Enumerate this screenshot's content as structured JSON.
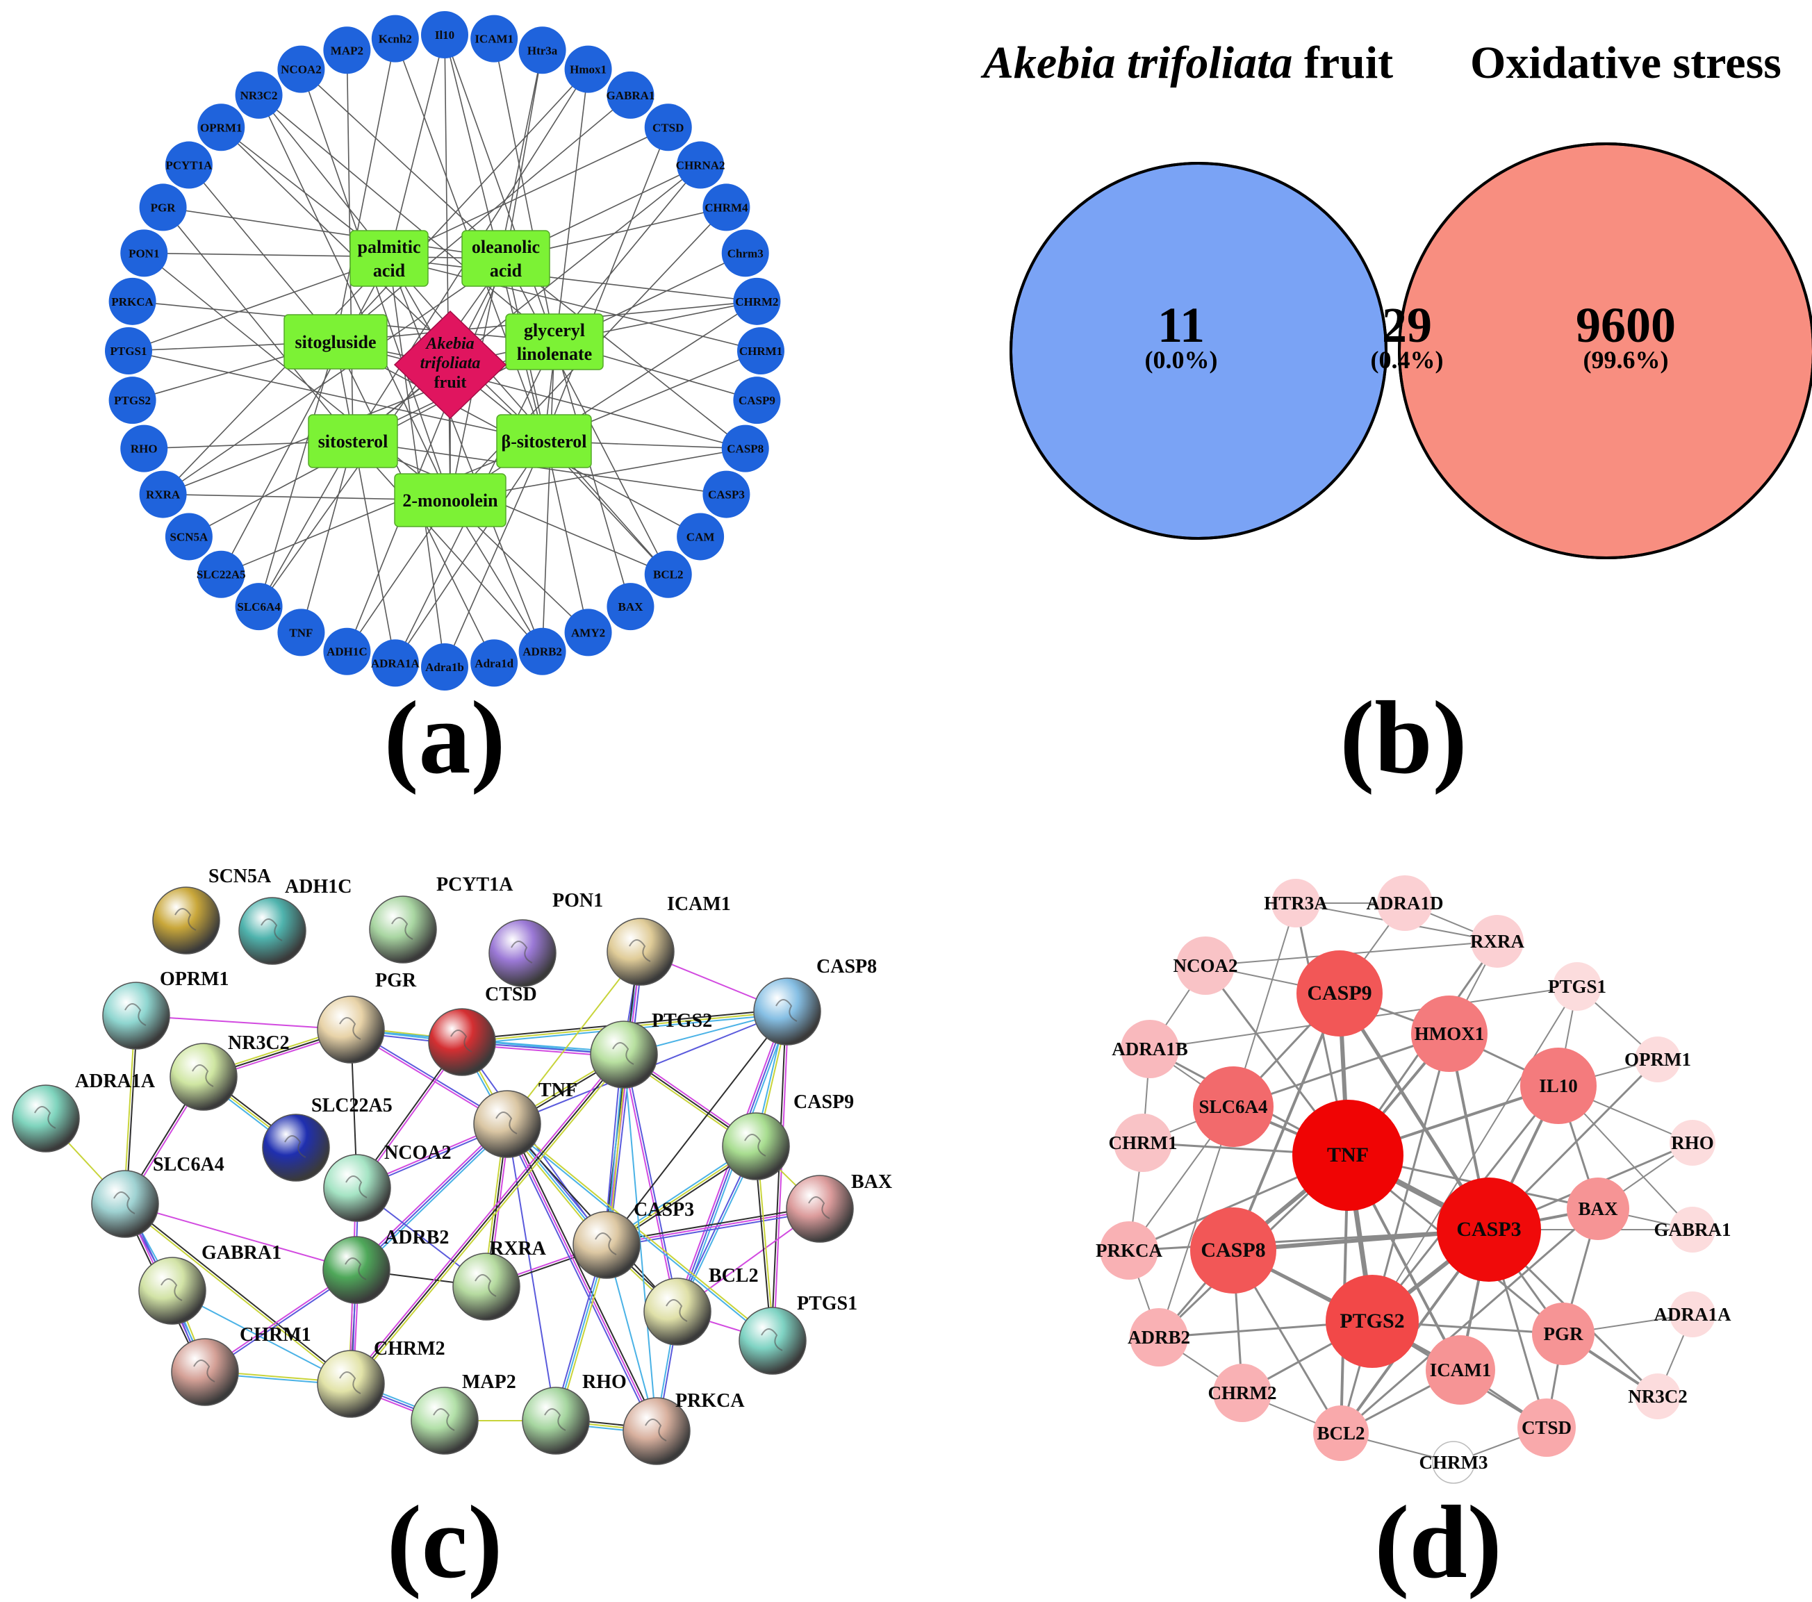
{
  "panels": {
    "a": {
      "label": "(a)",
      "center_node": [
        "Akebia",
        "trifoliata",
        "fruit"
      ],
      "compounds": [
        {
          "id": "palmitic",
          "lines": [
            "palmitic",
            "acid"
          ]
        },
        {
          "id": "oleanolic",
          "lines": [
            "oleanolic",
            "acid"
          ]
        },
        {
          "id": "sitogluside",
          "lines": [
            "sitogluside"
          ]
        },
        {
          "id": "glyceryl",
          "lines": [
            "glyceryl",
            "linolenate"
          ]
        },
        {
          "id": "sitosterol",
          "lines": [
            "sitosterol"
          ]
        },
        {
          "id": "bsitosterol",
          "lines": [
            "β-sitosterol"
          ]
        },
        {
          "id": "monoolein",
          "lines": [
            "2-monoolein"
          ]
        }
      ],
      "targets": [
        "Il10",
        "ICAM1",
        "Htr3a",
        "Hmox1",
        "GABRA1",
        "CTSD",
        "CHRNA2",
        "CHRM4",
        "Chrm3",
        "CHRM2",
        "CHRM1",
        "CASP9",
        "CASP8",
        "CASP3",
        "CAM",
        "BCL2",
        "BAX",
        "AMY2",
        "ADRB2",
        "Adra1d",
        "Adra1b",
        "ADRA1A",
        "ADH1C",
        "TNF",
        "SLC6A4",
        "SLC22A5",
        "SCN5A",
        "RXRA",
        "RHO",
        "PTGS2",
        "PTGS1",
        "PRKCA",
        "PON1",
        "PGR",
        "PCYT1A",
        "OPRM1",
        "NR3C2",
        "NCOA2",
        "MAP2",
        "Kcnh2"
      ],
      "colors": {
        "target": "#1f63dc",
        "compound": "#7cf235",
        "center": "#e0155f"
      }
    },
    "b": {
      "label": "(b)",
      "set_left_italic": "Akebia trifoliata",
      "set_left_suffix": " fruit",
      "set_right": "Oxidative stress",
      "left_only": {
        "count": "11",
        "pct": "(0.0%)"
      },
      "overlap": {
        "count": "29",
        "pct": "(0.4%)"
      },
      "right_only": {
        "count": "9600",
        "pct": "(99.6%)"
      },
      "colors": {
        "left": "#7aa3f5",
        "right": "#f88e80",
        "overlap": "#cf6777"
      }
    },
    "c": {
      "label": "(c)",
      "nodes": [
        {
          "name": "SCN5A",
          "color": "#c9a73a"
        },
        {
          "name": "ADH1C",
          "color": "#4fb3ad"
        },
        {
          "name": "PCYT1A",
          "color": "#a9d6a2"
        },
        {
          "name": "PON1",
          "color": "#9b79d6"
        },
        {
          "name": "ICAM1",
          "color": "#e0cc98"
        },
        {
          "name": "CASP8",
          "color": "#86bfe4"
        },
        {
          "name": "OPRM1",
          "color": "#8fd6d0"
        },
        {
          "name": "PGR",
          "color": "#e8d3a8"
        },
        {
          "name": "CTSD",
          "color": "#d42f32"
        },
        {
          "name": "PTGS2",
          "color": "#b8e0a0"
        },
        {
          "name": "NR3C2",
          "color": "#cfe6a2"
        },
        {
          "name": "ADRA1A",
          "color": "#7fd4bd"
        },
        {
          "name": "TNF",
          "color": "#dac6a3"
        },
        {
          "name": "CASP9",
          "color": "#a8dd90"
        },
        {
          "name": "SLC22A5",
          "color": "#1f2fb0"
        },
        {
          "name": "NCOA2",
          "color": "#a5e4c4"
        },
        {
          "name": "SLC6A4",
          "color": "#9fd2d2"
        },
        {
          "name": "BAX",
          "color": "#dc9c9c"
        },
        {
          "name": "CASP3",
          "color": "#ddc8a3"
        },
        {
          "name": "GABRA1",
          "color": "#d2e3a6"
        },
        {
          "name": "ADRB2",
          "color": "#4fa85a"
        },
        {
          "name": "RXRA",
          "color": "#b6dba0"
        },
        {
          "name": "BCL2",
          "color": "#dfe0a8"
        },
        {
          "name": "PTGS1",
          "color": "#7fd3c3"
        },
        {
          "name": "CHRM1",
          "color": "#d4a096"
        },
        {
          "name": "CHRM2",
          "color": "#e2e3a8"
        },
        {
          "name": "MAP2",
          "color": "#b2e0a8"
        },
        {
          "name": "RHO",
          "color": "#a6d6a0"
        },
        {
          "name": "PRKCA",
          "color": "#d8b09e"
        }
      ]
    },
    "d": {
      "label": "(d)",
      "nodes": [
        "HTR3A",
        "ADRA1D",
        "RXRA",
        "NCOA2",
        "PTGS1",
        "CASP9",
        "HMOX1",
        "IL10",
        "OPRM1",
        "ADRA1B",
        "SLC6A4",
        "TNF",
        "RHO",
        "CHRM1",
        "CASP3",
        "BAX",
        "GABRA1",
        "PRKCA",
        "CASP8",
        "ADRA1A",
        "ADRB2",
        "PTGS2",
        "ICAM1",
        "PGR",
        "NR3C2",
        "CHRM2",
        "BCL2",
        "CTSD",
        "CHRM3"
      ]
    }
  }
}
